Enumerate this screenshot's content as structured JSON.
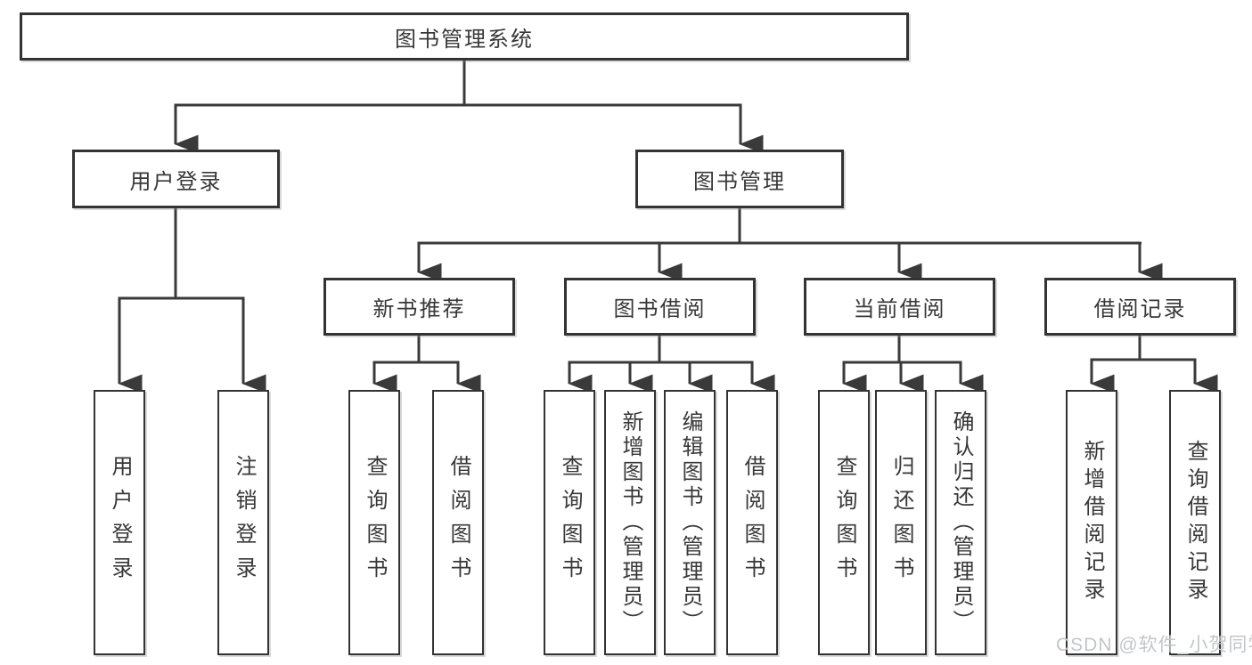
{
  "diagram_title": "图书管理系统",
  "tree": {
    "label": "图书管理系统",
    "children": [
      {
        "label": "用户登录",
        "children": [
          {
            "label": "用户登录"
          },
          {
            "label": "注销登录"
          }
        ]
      },
      {
        "label": "图书管理",
        "children": [
          {
            "label": "新书推荐",
            "children": [
              {
                "label": "查询图书"
              },
              {
                "label": "借阅图书"
              }
            ]
          },
          {
            "label": "图书借阅",
            "children": [
              {
                "label": "查询图书"
              },
              {
                "label": "新增图书（管理员）"
              },
              {
                "label": "编辑图书（管理员）"
              },
              {
                "label": "借阅图书"
              }
            ]
          },
          {
            "label": "当前借阅",
            "children": [
              {
                "label": "查询图书"
              },
              {
                "label": "归还图书"
              },
              {
                "label": "确认归还（管理员）"
              }
            ]
          },
          {
            "label": "借阅记录",
            "children": [
              {
                "label": "新增借阅记录"
              },
              {
                "label": "查询借阅记录"
              }
            ]
          }
        ]
      }
    ]
  },
  "watermark": "CSDN @软件_小贺同学",
  "colors": {
    "line": "#3a3a3a",
    "box_border": "#333333",
    "text": "#383838",
    "watermark": "#c2c6cb",
    "background": "#ffffff"
  }
}
